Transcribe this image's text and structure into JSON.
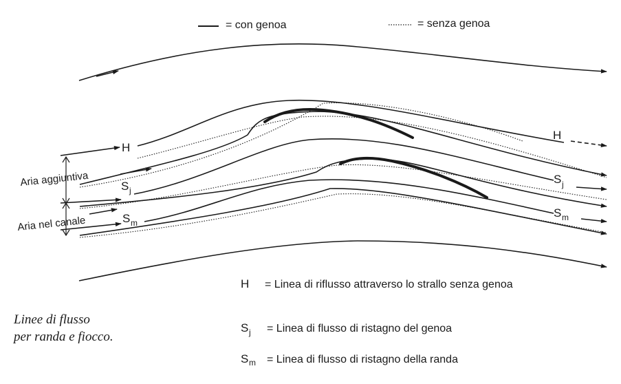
{
  "legend": {
    "solid_dash": "—",
    "solid_text": "= con genoa",
    "dotted_text": "= senza genoa"
  },
  "labels": {
    "H": "H",
    "S": "S",
    "j": "j",
    "m": "m",
    "aria_aggiuntiva": "Aria aggiuntiva",
    "aria_nel_canale": "Aria nel canale"
  },
  "definitions": [
    {
      "symbol": "H",
      "subscript": "",
      "text": "= Linea di riflusso attraverso lo strallo senza genoa"
    },
    {
      "symbol": "S",
      "subscript": "j",
      "text": "= Linea di flusso di ristagno del genoa"
    },
    {
      "symbol": "S",
      "subscript": "m",
      "text": "= Linea di flusso di ristagno della randa"
    }
  ],
  "caption": {
    "line1": "Linee di flusso",
    "line2": "per randa e fiocco."
  },
  "colors": {
    "ink": "#1a1a1a",
    "paper": "#ffffff"
  }
}
